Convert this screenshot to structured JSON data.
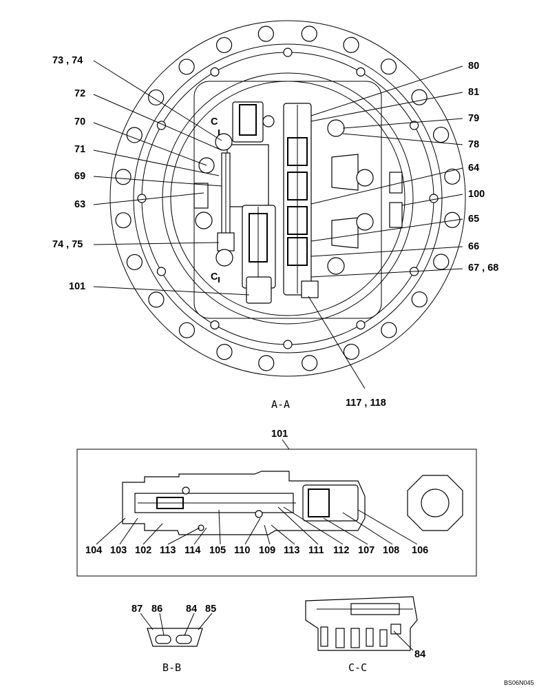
{
  "top_view": {
    "section_label": "A-A",
    "section_marker": "C",
    "callouts": {
      "c73_74": "73 , 74",
      "c72": "72",
      "c70": "70",
      "c71": "71",
      "c69": "69",
      "c63": "63",
      "c74_75": "74 , 75",
      "c101": "101",
      "c80": "80",
      "c81": "81",
      "c79": "79",
      "c78": "78",
      "c64": "64",
      "c100": "100",
      "c65": "65",
      "c66": "66",
      "c67_68": "67 , 68",
      "c117_118": "117 , 118"
    }
  },
  "detail_101": {
    "title": "101",
    "parts": [
      "104",
      "103",
      "102",
      "113",
      "114",
      "105",
      "110",
      "109",
      "113",
      "111",
      "112",
      "107",
      "108",
      "106"
    ]
  },
  "section_bb": {
    "label": "B-B",
    "parts": [
      "87",
      "86",
      "84",
      "85"
    ]
  },
  "section_cc": {
    "label": "C-C",
    "part": "84"
  },
  "drawing_code": "BS06N045"
}
